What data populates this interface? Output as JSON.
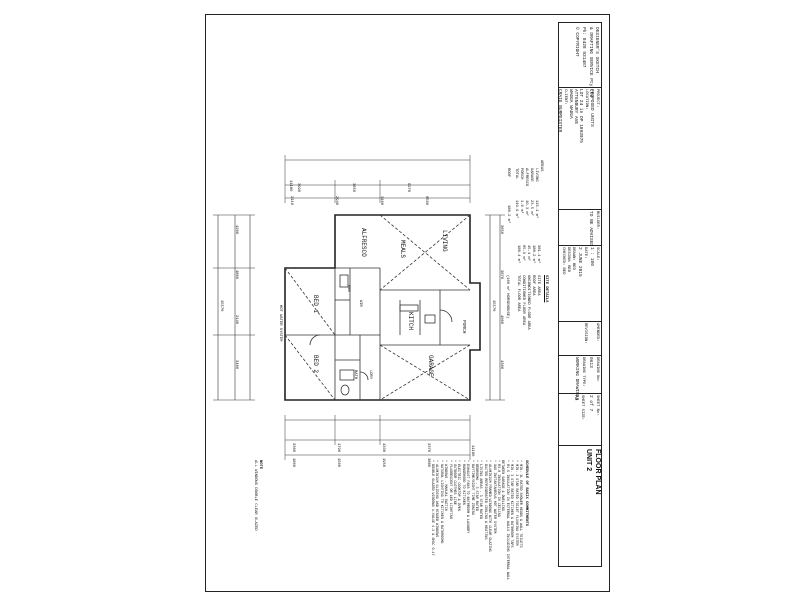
{
  "title_block": {
    "company_line1": "DESIGNER'S SKETCH",
    "company_line2": "& DRAFTING SERVICE Pty Ltd",
    "phone": "Ph: 0428 931487",
    "copyright": "COPYRIGHT",
    "project_label": "PROJECT:",
    "project": "PROPOSED UNITS",
    "location_label": "LOCATION:",
    "location_line1": "LOT 24 in DP 1093975",
    "location_line2": "ATTENBURY AVE",
    "location_line3": "WAGGA WAGGA",
    "client_label": "CLIENT:",
    "client": "CRAIG BURMEISTER",
    "builder_label": "BUILDER:",
    "builder": "TO BE ADVISED",
    "scale_label": "SCALE:",
    "scale": "1 : 100",
    "date_label": "DATE:",
    "date": "2 JUNE 2015",
    "drawn_label": "DRAWN:",
    "drawn": "BEO",
    "design_label": "DESIGN:",
    "design": "BEO",
    "checked_label": "CHECKED:",
    "checked": "BEO",
    "amended_label": "AMENDED:",
    "revision_label": "REVISION:",
    "drawing_no_label": "DRAWING No:",
    "drawing_no": "0613",
    "drawing_type_label": "DRAWING TYPE:",
    "drawing_type": "WORKING DRAWINGS",
    "sheet_label": "SHEET No:",
    "sheet": "2 of 7",
    "sheet_size_label": "SHEET SIZE:",
    "sheet_size": "A3",
    "plan_title_line1": "FLOOR PLAN",
    "plan_title_line2": "UNIT 2"
  },
  "areas": {
    "heading": "AREAS",
    "rows": [
      {
        "label": "LIVING",
        "value": "115.1 m²"
      },
      {
        "label": "GARAGE",
        "value": "23.5 m²"
      },
      {
        "label": "ALFRESCO",
        "value": "10.3 m²"
      },
      {
        "label": "PORCH",
        "value": "1.0 m²"
      },
      {
        "label": "TOTAL",
        "value": "149.9 m²"
      }
    ],
    "roof_label": "ROOF",
    "roof_value": "188.2 m²"
  },
  "site_details": {
    "heading": "SITE DETAILS",
    "rows": [
      {
        "label": "SITE AREA",
        "value": "381.1 m²"
      },
      {
        "label": "ROOF AREA",
        "value": "188.2 m²"
      },
      {
        "label": "UNCONDITIONED FLOOR AREA",
        "value": "45.4 m²"
      },
      {
        "label": "CONDITIONED FLOOR AREA",
        "value": "65.9 m²"
      },
      {
        "label": "TOTAL FLOOR AREA",
        "value": "188.4 m²"
      }
    ],
    "note": "(100 m² HORSEHOUSE)"
  },
  "rooms": {
    "alfresco": "ALFRESCO",
    "meals": "MEALS",
    "living": "LIVING",
    "kitch": "KITCH",
    "bed1": "BED 1",
    "bed2": "BED 2",
    "garage": "GARAGE",
    "porch": "PORCH",
    "ens": "ENS",
    "wir": "WIR",
    "bath": "BATH",
    "ldry": "LDRY",
    "hot_water": "HOT WATER SYSTEM"
  },
  "dimensions": {
    "top_overall": "11180",
    "top_row": [
      "3990",
      "3650",
      "6270"
    ],
    "top_row2": [
      "2110",
      "2940",
      "3100",
      "6500"
    ],
    "left_overall": "15570",
    "left_row": [
      "4260",
      "4800",
      "2140",
      "3460"
    ],
    "right_overall": "15570",
    "right_row": [
      "3650",
      "3870",
      "4060",
      "4300"
    ],
    "bottom_overall": "11180",
    "bottom_row": [
      "3360",
      "1790",
      "4330",
      "3370"
    ],
    "bottom_row2": [
      "1800",
      "1500",
      "1950",
      "3880"
    ]
  },
  "schedule": {
    "heading": "SCHEDULE OF BASIX COMMITMENTS",
    "items": [
      "* MIN. 3L RATED SHOWER HEADS & WALL TOILETS",
      "* MIN. 3 STAR RATED TOILET FLUSHING SYSTEM",
      "* MIN. 3 STAR RATED KITCHEN & BATHROOM TAPS",
      "* R1.5 INSULATION IN EXTERNAL WALLS INCLUDING INTERNAL WALL",
      "  BETWEEN GARAGE & DWELLING",
      "* R3.0 INSULATION IN CEILING",
      "* GAS INSTANTANEOUS HOT WATER SYSTEM",
      "* ALUMINIUM FRAMED WINDOWS WITH CLEAR GLAZING",
      "* DUCTED REFRIGERATED COOLING & HEATING",
      "* LIVING AREAS - 3 STAR RATED",
      "* BEDROOMS - 3 STAR RATED",
      "* DAYTIME/NIGHT TIME ZONING",
      "* EXHAUST FANS TO BATHROOM & LAUNDRY",
      "* RANGEHOOD TO KITCHEN",
      "* ELECTRIC COOKTOP & OVEN",
      "* OUTDOOR CLOTHES LINE",
      "* FLUORESCENT OR LED LIGHTING",
      "* WINDOWS - MANUAL SWITCH",
      "* NATURAL LIGHTING TO KITCHEN & BATHROOMS",
      "* ALUMINIUM SLIDING AND HINGED WINDOWS",
      "* DOUBLE GLAZED WINDOWS U-VALUE 4.3 & SHGC 0.47"
    ]
  },
  "note": {
    "heading": "NOTE",
    "text": "ALL WINDOWS DOUBLE CLEAR GLAZED"
  }
}
